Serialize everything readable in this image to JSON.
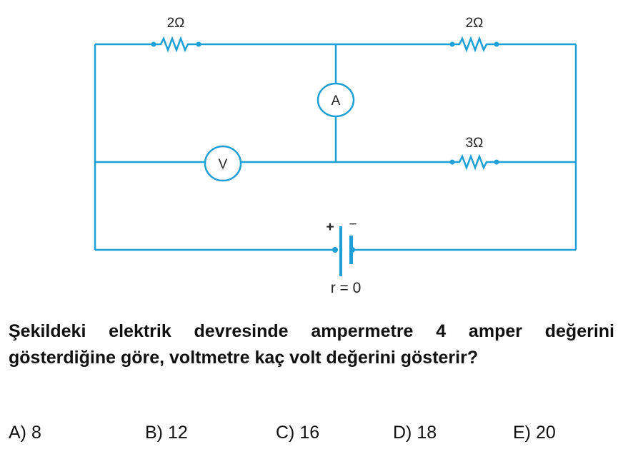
{
  "circuit": {
    "wire_color": "#1ea0d6",
    "resistor_top_left": "2Ω",
    "resistor_top_right": "2Ω",
    "resistor_middle_right": "3Ω",
    "ammeter": "A",
    "voltmeter": "V",
    "battery_plus": "+",
    "battery_minus": "−",
    "battery_internal": "r = 0"
  },
  "question": "Şekildeki elektrik devresinde ampermetre 4 amper değerini gösterdiğine göre, voltmetre kaç volt değerini gösterir?",
  "answers": [
    "A) 8",
    "B) 12",
    "C) 16",
    "D) 18",
    "E) 20"
  ]
}
